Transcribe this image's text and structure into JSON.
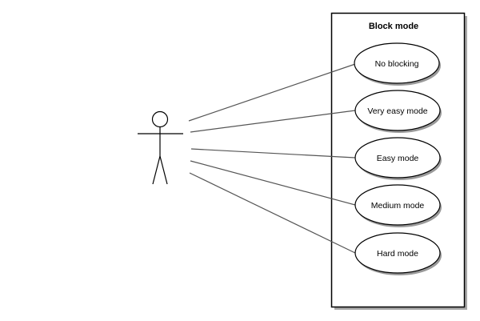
{
  "diagram": {
    "system": {
      "title": "Block mode"
    },
    "actor": {
      "name": ""
    },
    "use_cases": [
      {
        "label": "No blocking"
      },
      {
        "label": "Very easy mode"
      },
      {
        "label": "Easy mode"
      },
      {
        "label": "Medium mode"
      },
      {
        "label": "Hard mode"
      }
    ],
    "colors": {
      "stroke": "#000000",
      "association": "#555555",
      "shadow": "#999999",
      "background": "#ffffff"
    }
  }
}
